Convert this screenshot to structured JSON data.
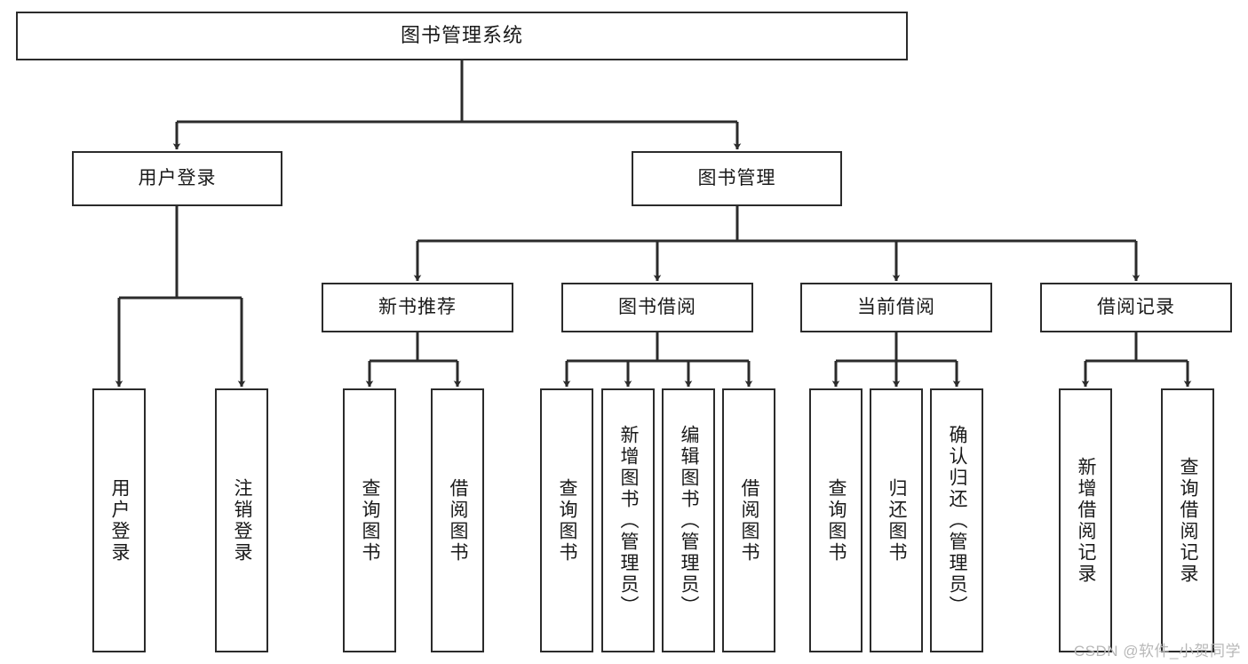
{
  "diagram": {
    "type": "tree-hierarchy",
    "title": "图书管理系统",
    "watermark": "CSDN @软件_小贺同学",
    "stroke_color": "#2b2b2b",
    "fill_color": "#ffffff",
    "text_color": "#1a1a1a",
    "watermark_color": "#b8b8b8"
  },
  "nodes": {
    "root": {
      "label": "图书管理系统",
      "level": 0
    },
    "level1": [
      {
        "id": "user-login",
        "label": "用户登录"
      },
      {
        "id": "book-manage",
        "label": "图书管理"
      }
    ],
    "level2": [
      {
        "id": "new-book-recommend",
        "label": "新书推荐"
      },
      {
        "id": "book-borrow",
        "label": "图书借阅"
      },
      {
        "id": "current-borrow",
        "label": "当前借阅"
      },
      {
        "id": "borrow-record",
        "label": "借阅记录"
      }
    ],
    "leaves": {
      "user_login": [
        {
          "id": "leaf-user-login",
          "label": "用户登录"
        },
        {
          "id": "leaf-logout",
          "label": "注销登录"
        }
      ],
      "new_book_recommend": [
        {
          "id": "leaf-query-book-1",
          "label": "查询图书"
        },
        {
          "id": "leaf-borrow-book-1",
          "label": "借阅图书"
        }
      ],
      "book_borrow": [
        {
          "id": "leaf-query-book-2",
          "label": "查询图书"
        },
        {
          "id": "leaf-add-book",
          "label": "新增图书（管理员）"
        },
        {
          "id": "leaf-edit-book",
          "label": "编辑图书（管理员）"
        },
        {
          "id": "leaf-borrow-book-2",
          "label": "借阅图书"
        }
      ],
      "current_borrow": [
        {
          "id": "leaf-query-book-3",
          "label": "查询图书"
        },
        {
          "id": "leaf-return-book",
          "label": "归还图书"
        },
        {
          "id": "leaf-confirm-return",
          "label": "确认归还（管理员）"
        }
      ],
      "borrow_record": [
        {
          "id": "leaf-add-record",
          "label": "新增借阅记录"
        },
        {
          "id": "leaf-query-record",
          "label": "查询借阅记录"
        }
      ]
    }
  }
}
